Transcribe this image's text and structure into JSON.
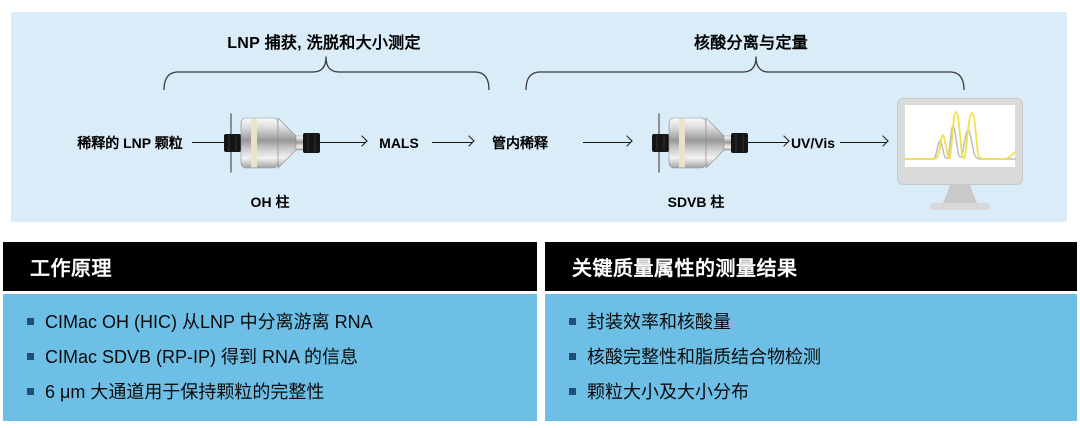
{
  "top_panel": {
    "brace_left_label": "LNP 捕获, 洗脱和大小测定",
    "brace_right_label": "核酸分离与定量",
    "flow": {
      "input": "稀释的 LNP 颗粒",
      "column1_caption": "OH 柱",
      "mals": "MALS",
      "dilution": "管内稀释",
      "column2_caption": "SDVB 柱",
      "uvvis": "UV/Vis"
    },
    "icons": {
      "column": "chromatography-column-icon",
      "monitor": "monitor-chromatogram-icon",
      "arrow": "arrow-right-icon",
      "brace": "brace-bracket"
    }
  },
  "panels": [
    {
      "title": "工作原理",
      "bullets": [
        "CIMac OH (HIC) 从LNP 中分离游离 RNA",
        "CIMac SDVB (RP-IP) 得到 RNA 的信息",
        "6 μm 大通道用于保持颗粒的完整性"
      ]
    },
    {
      "title": "关键质量属性的测量结果",
      "bullets": [
        "封装效率和核酸量",
        "核酸完整性和脂质结合物检测",
        "颗粒大小及大小分布"
      ]
    }
  ],
  "colors": {
    "top_panel_bg": "#d9ecf8",
    "panel_body_bg": "#6ebfe6",
    "panel_header_bg": "#000000",
    "panel_header_text": "#ffffff",
    "bullet_marker": "#1f4e79",
    "trace_yellow": "#f2e04a",
    "trace_gray": "#bdbdbd"
  }
}
